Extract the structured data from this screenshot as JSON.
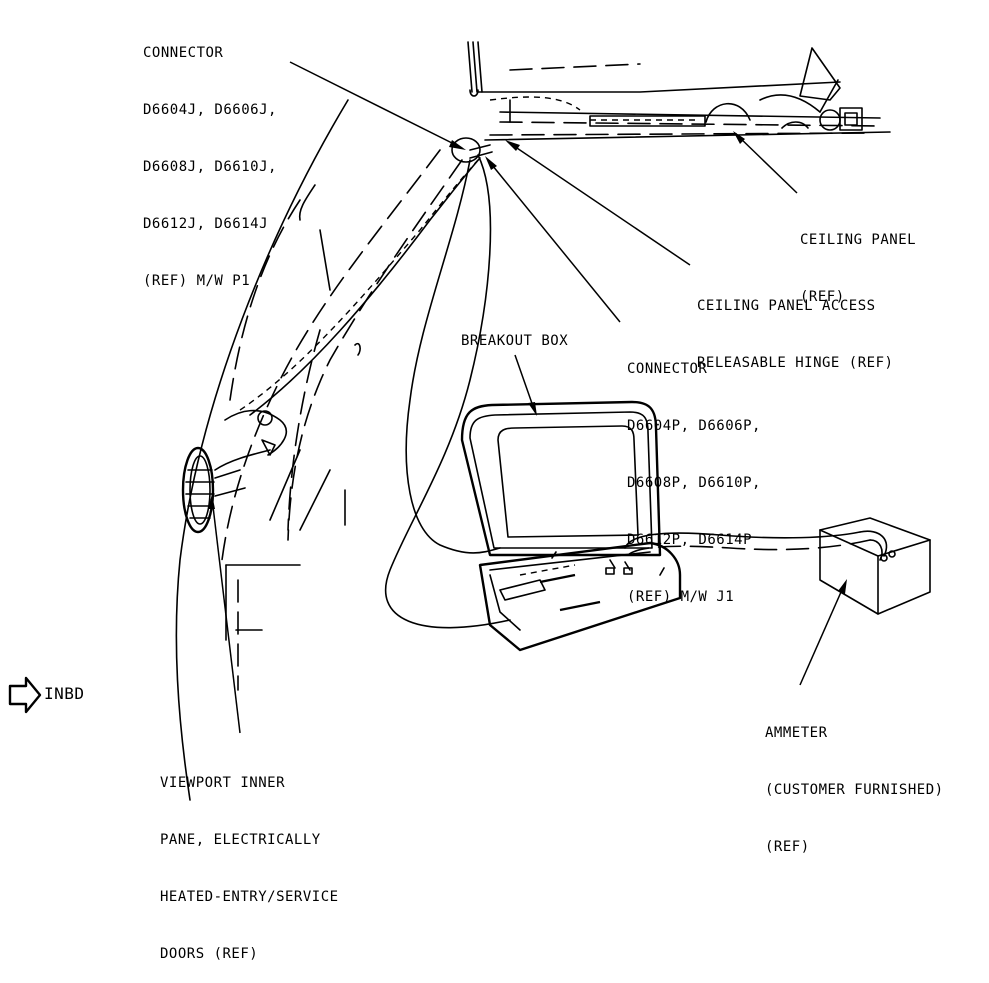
{
  "labels": {
    "connector_j": [
      "CONNECTOR",
      "D6604J, D6606J,",
      "D6608J, D6610J,",
      "D6612J, D6614J",
      "(REF) M/W P1"
    ],
    "ceiling_panel": [
      "CEILING PANEL",
      "(REF)"
    ],
    "hinge": [
      "CEILING PANEL ACCESS",
      "RELEASABLE HINGE (REF)"
    ],
    "connector_p": [
      "CONNECTOR",
      "D6604P, D6606P,",
      "D6608P, D6610P,",
      "D6612P, D6614P",
      "(REF) M/W J1"
    ],
    "breakout_box": "BREAKOUT BOX",
    "ammeter": [
      "AMMETER",
      "(CUSTOMER FURNISHED)",
      "(REF)"
    ],
    "viewport": [
      "VIEWPORT INNER",
      "PANE, ELECTRICALLY",
      "HEATED-ENTRY/SERVICE",
      "DOORS (REF)"
    ],
    "direction": "INBD"
  }
}
